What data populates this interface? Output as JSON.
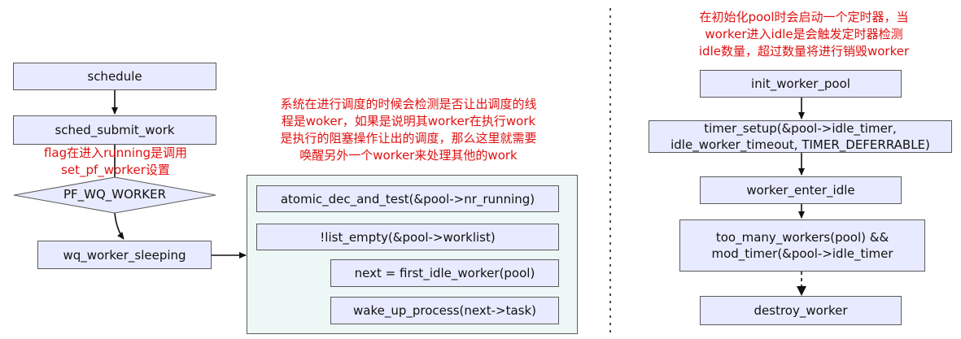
{
  "left": {
    "schedule": "schedule",
    "sched_submit_work": "sched_submit_work",
    "note_flag_line1": "flag在进入running是调用",
    "note_flag_line2": "set_pf_worker设置",
    "decision": "PF_WQ_WORKER",
    "wq_worker_sleeping": "wq_worker_sleeping"
  },
  "middle": {
    "note_line1": "系统在进行调度的时候会检测是否让出调度的线",
    "note_line2": "程是woker，如果是说明其worker在执行work",
    "note_line3": "是执行的阻塞操作让出的调度，那么这里就需要",
    "note_line4": "唤醒另外一个worker来处理其他的work",
    "step1": "atomic_dec_and_test(&pool->nr_running)",
    "step2": "!list_empty(&pool->worklist)",
    "step3": "next = first_idle_worker(pool)",
    "step4": "wake_up_process(next->task)"
  },
  "right": {
    "note_line1": "在初始化pool时会启动一个定时器，当",
    "note_line2": "worker进入idle是会触发定时器检测",
    "note_line3": "idle数量，超过数量将进行销毁worker",
    "init_worker_pool": "init_worker_pool",
    "timer_setup_line1": "timer_setup(&pool->idle_timer,",
    "timer_setup_line2": "idle_worker_timeout, TIMER_DEFERRABLE)",
    "worker_enter_idle": "worker_enter_idle",
    "too_many_line1": "too_many_workers(pool) &&",
    "too_many_line2": "mod_timer(&pool->idle_timer",
    "destroy_worker": "destroy_worker"
  },
  "colors": {
    "box_fill": "#e8ebff",
    "group_fill": "#edf8f6",
    "note_text": "#e01010",
    "border": "#5a5a5a"
  }
}
